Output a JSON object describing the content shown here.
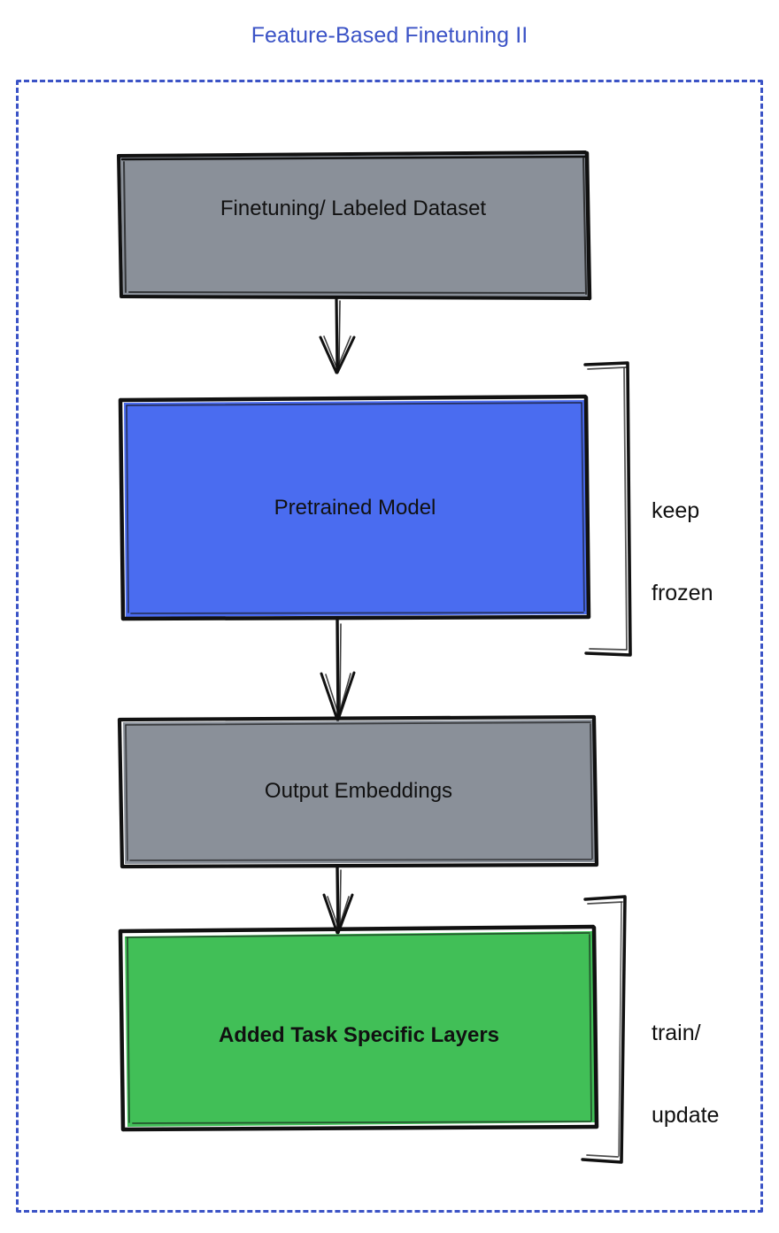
{
  "diagram": {
    "title": "Feature-Based Finetuning II",
    "title_color": "#3b53c6",
    "frame": {
      "style": "dashed",
      "color": "#3b53c6"
    },
    "nodes": [
      {
        "id": "finetuning-dataset",
        "label": "Finetuning/ Labeled Dataset",
        "fill": "#8a9099",
        "stroke": "#000000",
        "text_color": "#111111"
      },
      {
        "id": "pretrained-model",
        "label": "Pretrained Model",
        "fill": "#4a6cf0",
        "stroke": "#000000",
        "text_color": "#111111"
      },
      {
        "id": "output-embeddings",
        "label": "Output Embeddings",
        "fill": "#8a9099",
        "stroke": "#000000",
        "text_color": "#111111"
      },
      {
        "id": "added-task-specific-layers",
        "label": "Added Task Specific Layers",
        "fill": "#41bf57",
        "stroke": "#000000",
        "text_color": "#111111"
      }
    ],
    "edges": [
      {
        "id": "edge-dataset-to-model",
        "from": "finetuning-dataset",
        "to": "pretrained-model",
        "arrow": "down"
      },
      {
        "id": "edge-model-to-embeddings",
        "from": "pretrained-model",
        "to": "output-embeddings",
        "arrow": "down"
      },
      {
        "id": "edge-embeddings-to-layers",
        "from": "output-embeddings",
        "to": "added-task-specific-layers",
        "arrow": "down"
      }
    ],
    "annotations": [
      {
        "id": "keep-frozen",
        "label_line1": "keep",
        "label_line2": "frozen",
        "targets": [
          "pretrained-model"
        ]
      },
      {
        "id": "train-update",
        "label_line1": "train/",
        "label_line2": "update",
        "targets": [
          "added-task-specific-layers"
        ]
      }
    ]
  }
}
